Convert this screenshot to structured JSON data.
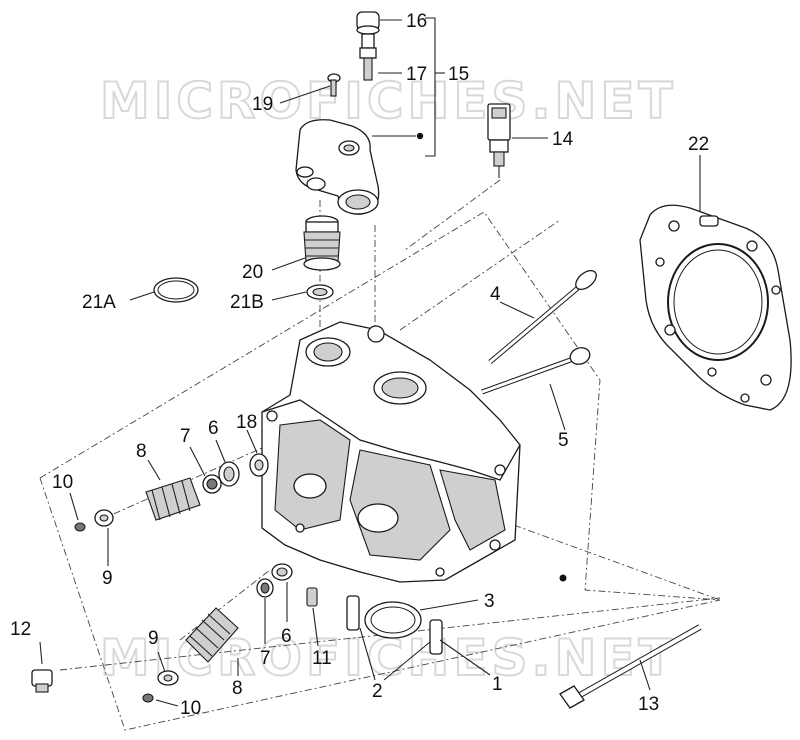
{
  "watermark": {
    "top": "MICROFICHES.NET",
    "bottom": "MICROFICHES.NET"
  },
  "callouts": {
    "c1": "1",
    "c2": "2",
    "c3": "3",
    "c4": "4",
    "c5": "5",
    "c6a": "6",
    "c6b": "6",
    "c7a": "7",
    "c7b": "7",
    "c8a": "8",
    "c8b": "8",
    "c9a": "9",
    "c9b": "9",
    "c10a": "10",
    "c10b": "10",
    "c11": "11",
    "c12": "12",
    "c13": "13",
    "c14": "14",
    "c15": "15",
    "c16": "16",
    "c17": "17",
    "c18": "18",
    "c19": "19",
    "c20": "20",
    "c21a": "21A",
    "c21b": "21B",
    "c22": "22"
  }
}
